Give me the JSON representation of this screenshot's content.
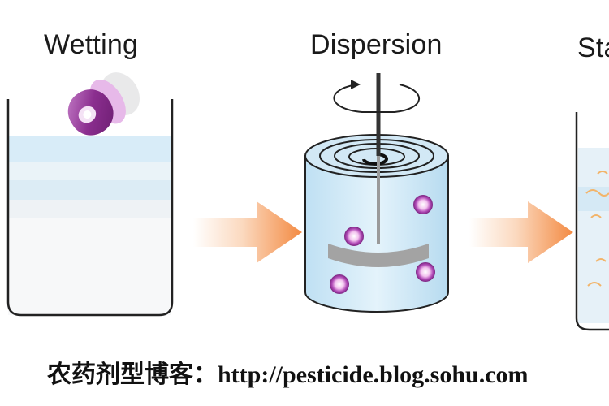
{
  "stages": {
    "wetting_label": "Wetting",
    "dispersion_label": "Dispersion",
    "stabilization_label_visible": "Sta"
  },
  "footer": {
    "blog_name": "农药剂型博客：",
    "url": "http://pesticide.blog.sohu.com"
  },
  "colors": {
    "liquid_blue": "#cfe8f6",
    "particle_purple": "#8b2e8f",
    "arrow_orange": "#f49a5a",
    "stirrer_gray": "#9a9a9a",
    "outline": "#222222"
  }
}
